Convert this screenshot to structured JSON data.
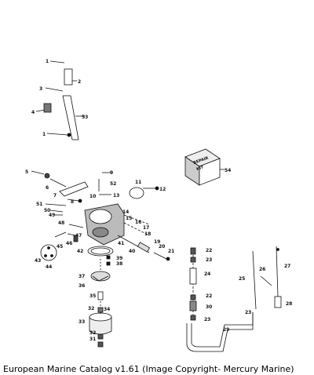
{
  "caption": "European Marine Catalog v1.61 (Image Copyright- Mercury Marine)",
  "kit_box": {
    "line1": "REPAIR",
    "line2": "KIT"
  },
  "callouts": {
    "c1a": "1",
    "c2": "2",
    "c3": "3",
    "c4": "4",
    "c53": "53",
    "c1b": "1",
    "c54": "54",
    "c5": "5",
    "c9": "9",
    "c52": "52",
    "c13": "13",
    "c11": "11",
    "c12": "12",
    "c6": "6",
    "c7": "7",
    "c10": "10",
    "c8": "8",
    "c51": "51",
    "c50": "50",
    "c49": "49",
    "c48": "48",
    "c14": "14",
    "c15": "15",
    "c16": "16",
    "c17": "17",
    "c18": "18",
    "c47": "47",
    "c46": "46",
    "c45": "45",
    "c41": "41",
    "c19": "19",
    "c20": "20",
    "c21": "21",
    "c43": "43",
    "c44": "44",
    "c42": "42",
    "c40": "40",
    "c39": "39",
    "c38": "38",
    "c22a": "22",
    "c23a": "23",
    "c24": "24",
    "c37": "37",
    "c36": "36",
    "c35": "35",
    "c34": "34",
    "c32a": "32",
    "c22b": "22",
    "c30": "30",
    "c23b": "23",
    "c33": "33",
    "c32b": "32",
    "c31": "31",
    "c27": "27",
    "c26": "26",
    "c25": "25",
    "c28": "28",
    "c23c": "23",
    "c29": "29"
  }
}
